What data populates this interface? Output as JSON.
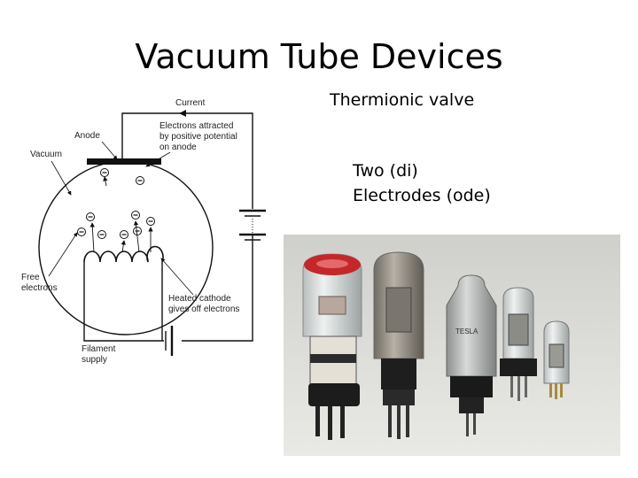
{
  "slide": {
    "title": "Vacuum Tube Devices",
    "subtitle": "Thermionic valve",
    "line1": "Two (di)",
    "line2": "Electrodes (ode)"
  },
  "diagram": {
    "current": "Current",
    "anode": "Anode",
    "vacuum": "Vacuum",
    "attract_1": "Electrons attracted",
    "attract_2": "by positive potential",
    "attract_3": "on anode",
    "free_1": "Free",
    "free_2": "electrons",
    "heated_1": "Heated cathode",
    "heated_2": "gives off electrons",
    "filament_1": "Filament",
    "filament_2": "supply",
    "electron_symbol": "⊖"
  },
  "photo": {
    "tube_marking": "TESLA"
  }
}
